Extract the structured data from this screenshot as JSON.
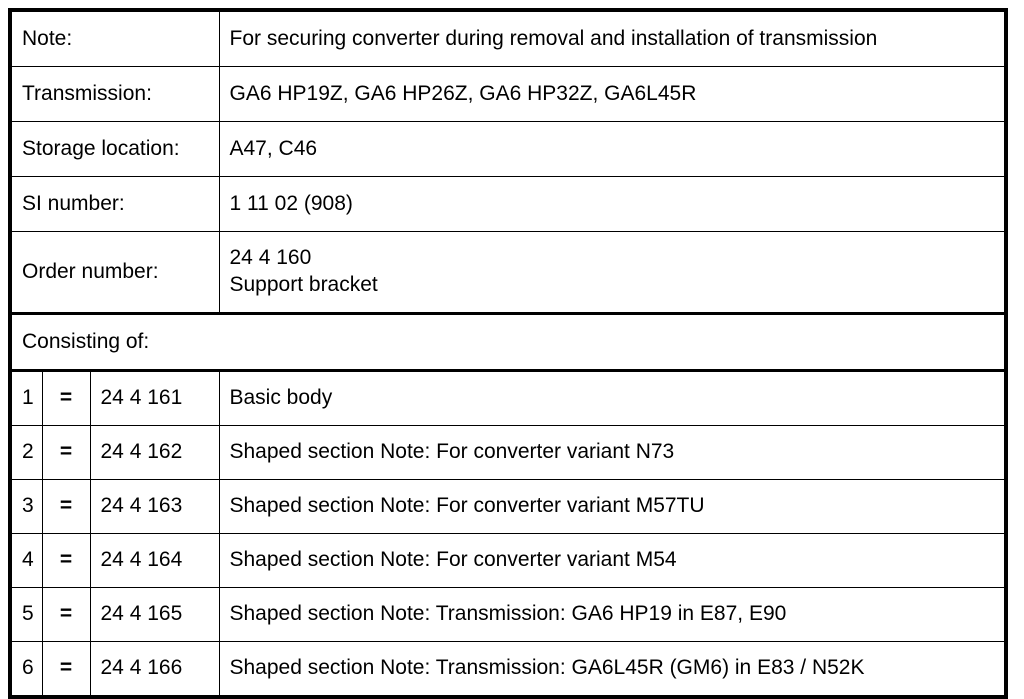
{
  "table": {
    "info_rows": [
      {
        "label": "Note:",
        "value": "For securing converter during removal and installation of transmission"
      },
      {
        "label": "Transmission:",
        "value": "GA6 HP19Z, GA6 HP26Z, GA6 HP32Z, GA6L45R"
      },
      {
        "label": "Storage location:",
        "value": "A47, C46"
      },
      {
        "label": "SI number:",
        "value": "1 11 02 (908)"
      }
    ],
    "order_row": {
      "label": "Order number:",
      "value_line1": "24 4 160",
      "value_line2": "Support bracket"
    },
    "section_label": "Consisting of:",
    "equals_symbol": "=",
    "items": [
      {
        "no": "1",
        "eq": "=",
        "part": "24 4 161",
        "desc": "Basic body"
      },
      {
        "no": "2",
        "eq": "=",
        "part": "24 4 162",
        "desc": "Shaped section Note: For converter variant N73"
      },
      {
        "no": "3",
        "eq": "=",
        "part": "24 4 163",
        "desc": "Shaped section Note: For converter variant M57TU"
      },
      {
        "no": "4",
        "eq": "=",
        "part": "24 4 164",
        "desc": "Shaped section Note: For converter variant M54"
      },
      {
        "no": "5",
        "eq": "=",
        "part": "24 4 165",
        "desc": "Shaped section Note: Transmission: GA6 HP19 in E87, E90"
      },
      {
        "no": "6",
        "eq": "=",
        "part": "24 4 166",
        "desc": "Shaped section Note: Transmission: GA6L45R (GM6) in E83 / N52K"
      }
    ]
  },
  "colors": {
    "border": "#000000",
    "text": "#000000",
    "background": "#ffffff"
  }
}
